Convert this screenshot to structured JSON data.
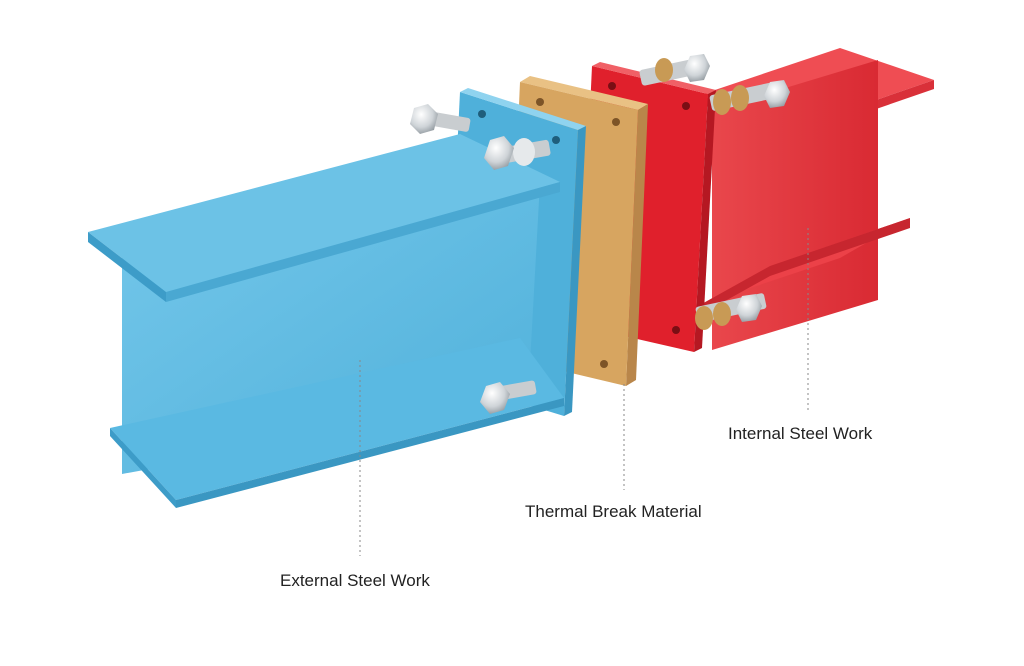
{
  "labels": {
    "internal": "Internal Steel Work",
    "thermal": "Thermal Break Material",
    "external": "External Steel Work"
  },
  "colors": {
    "external_steel": "#5bb8e0",
    "thermal_break": "#d7a560",
    "internal_steel": "#e8343c",
    "bolt": "#d9dde0",
    "washer_bronze": "#c89a55",
    "leader_line": "#888888",
    "label_text": "#222222"
  },
  "components": [
    {
      "name": "external-steel-beam",
      "type": "I-beam",
      "color": "light blue"
    },
    {
      "name": "thermal-break-pad",
      "type": "plate",
      "color": "tan"
    },
    {
      "name": "internal-steel-beam",
      "type": "I-beam",
      "color": "red"
    }
  ]
}
